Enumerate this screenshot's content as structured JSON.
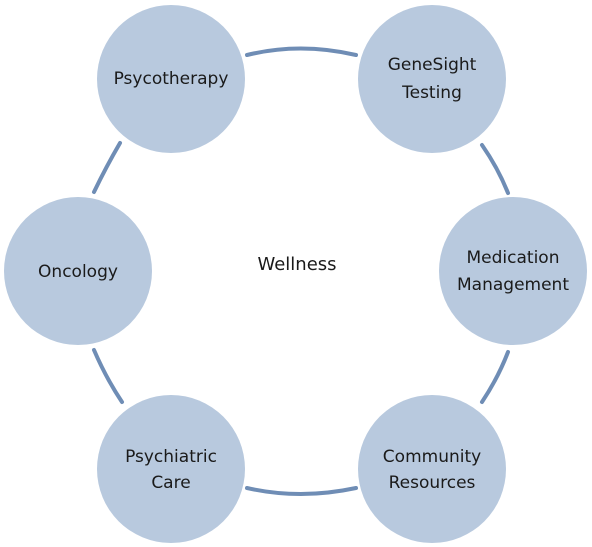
{
  "center": {
    "label": "Wellness"
  },
  "nodes": [
    {
      "lines": [
        "Psycotherapy"
      ]
    },
    {
      "lines": [
        "GeneSight",
        "Testing"
      ]
    },
    {
      "lines": [
        "Medication",
        "Management"
      ]
    },
    {
      "lines": [
        "Community",
        "Resources"
      ]
    },
    {
      "lines": [
        "Psychiatric",
        "Care"
      ]
    },
    {
      "lines": [
        "Oncology"
      ]
    }
  ],
  "colors": {
    "node_fill": "#b8c9de",
    "connector": "#6f8db5",
    "text": "#1a1a1a"
  }
}
